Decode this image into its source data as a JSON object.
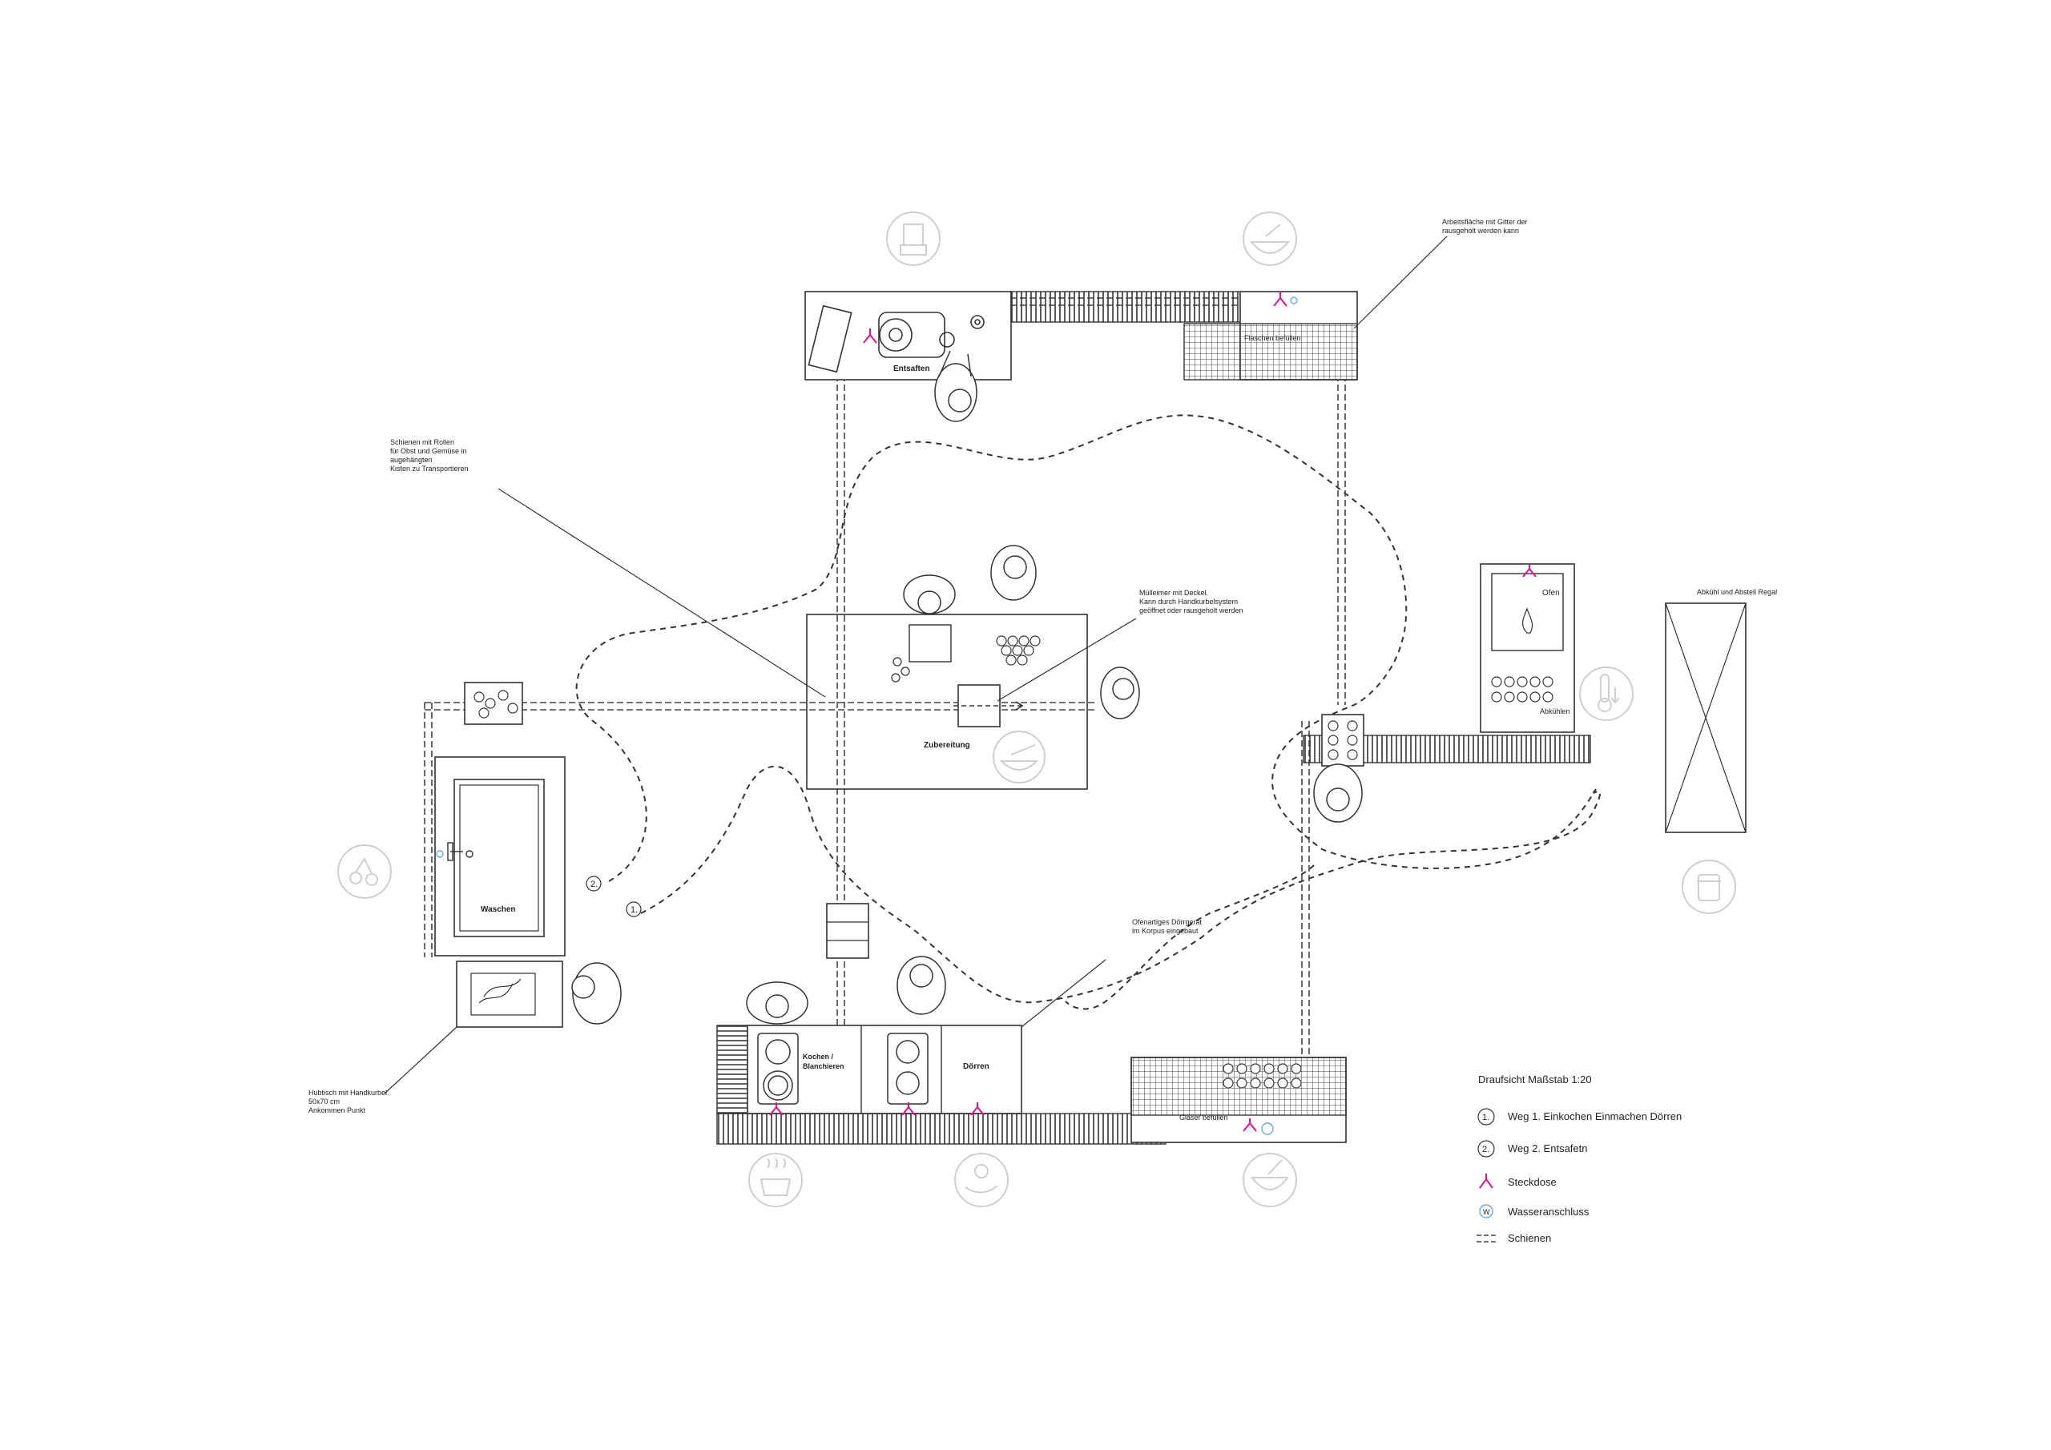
{
  "colors": {
    "line": "#2a2a2a",
    "socket": "#e0148a",
    "water": "#6aa6e0",
    "icon": "#cfcfcf"
  },
  "stations": {
    "entsaften": "Entsaften",
    "flaschen": "Flaschen befüllen",
    "zubereitung": "Zubereitung",
    "waschen": "Waschen",
    "ofen": "Ofen",
    "abkuehlen": "Abkühlen",
    "kochen": [
      "Kochen /",
      "Blanchieren"
    ],
    "doerren": "Dörren",
    "glaeser": "Gläser befüllen"
  },
  "annotations": {
    "arbeitsflaeche": [
      "Arbeitsfläche mit Gitter der",
      "rausgeholt werden kann"
    ],
    "schienen": [
      "Schienen mit Rollen",
      "für Obst und Gemüse in",
      "augehängten",
      "Kisten zu Transportieren"
    ],
    "muelleimer": [
      "Mülleimer mit Deckel.",
      "Kann durch Handkurbelsystem",
      "geöffnet oder rausgeholt werden"
    ],
    "regal": "Abkühl und Abstell Regal",
    "doerrgerat": [
      "Ofenartiges Dörrgerat",
      "im Korpus eingebaut"
    ],
    "hubtisch": [
      "Hubtisch mit Handkurbel.",
      "50x70 cm",
      "Ankommen Punkt"
    ]
  },
  "path_markers": {
    "weg1": "1.",
    "weg2": "2."
  },
  "legend": {
    "title": "Draufsicht Maßstab 1:20",
    "weg1_marker": "1.",
    "weg1": "Weg 1. Einkochen Einmachen Dörren",
    "weg2_marker": "2.",
    "weg2": "Weg 2. Entsafetn",
    "steckdose": "Steckdose",
    "water_marker": "W",
    "wasseranschluss": "Wasseranschluss",
    "schienen": "Schienen"
  },
  "icons": [
    "blender-icon",
    "bowl-icon",
    "cherries-icon",
    "jar-icon",
    "thermometer-icon",
    "pot-icon",
    "hand-fruit-icon",
    "mortar-icon"
  ]
}
